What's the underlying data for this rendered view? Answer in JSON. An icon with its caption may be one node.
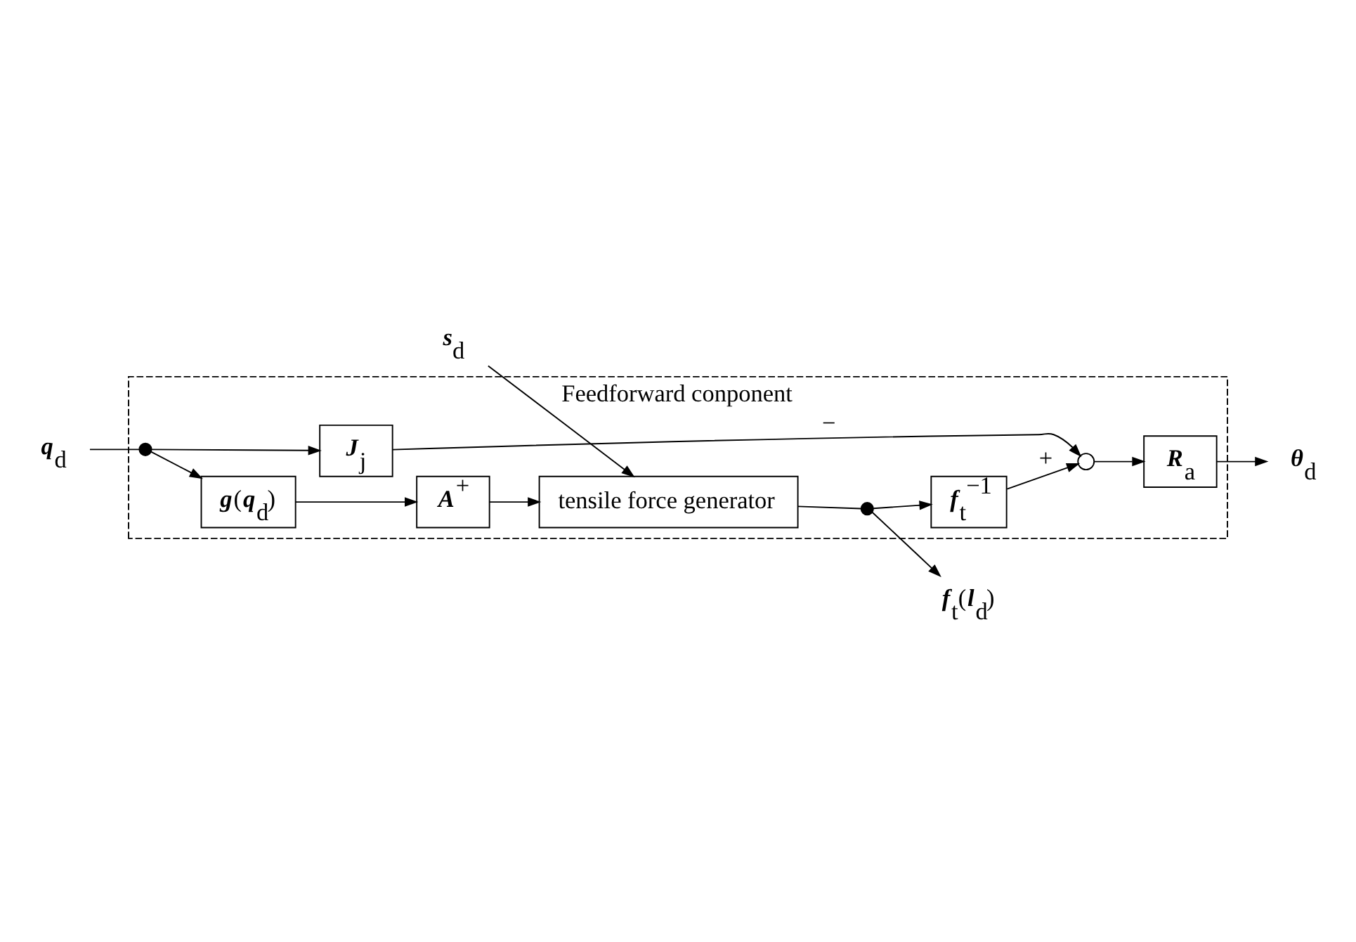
{
  "diagram": {
    "nodes": [
      {
        "text": [
          "Feedforward conponent"
        ]
      },
      {
        "text": [
          "**q**$_{d}$"
        ]
      },
      {
        "text": [
          "**s**$_{d}$"
        ]
      },
      {
        "text": [],
        "shape": "circle",
        "in": 0
      },
      {
        "text": [
          "**g**(**q**$_{d}$)"
        ],
        "in": 0
      },
      {
        "text": [
          "**A**$^{+}$"
        ],
        "in": 0
      },
      {
        "text": [
          "tensile force generator"
        ],
        "in": 0
      },
      {
        "text": [],
        "shape": "circle",
        "in": 0
      },
      {
        "text": [
          "**f**$_{t}$(**l**$_{d}$)"
        ]
      },
      {
        "text": [
          "**J**$_{j}$"
        ],
        "in": 0
      },
      {
        "text": [],
        "shape": "circle",
        "in": 0
      },
      {
        "text": [
          "**f**$_{t}$$^{−1}$"
        ],
        "in": 0
      },
      {
        "text": [
          "**R**$_{a}$"
        ],
        "in": 0
      },
      {
        "text": [
          "**θ**$_{d}$"
        ]
      }
    ],
    "edges": [
      {
        "from": 1,
        "to": 3,
        "arrow": "none"
      },
      {
        "from": 3,
        "to": 4,
        "arrow": "to"
      },
      {
        "from": 4,
        "to": 5,
        "arrow": "to"
      },
      {
        "from": 5,
        "to": 6,
        "arrow": "to"
      },
      {
        "from": 2,
        "to": 6,
        "arrow": "to"
      },
      {
        "from": 3,
        "to": 9,
        "arrow": "to"
      },
      {
        "from": 6,
        "to": 7,
        "arrow": "none"
      },
      {
        "from": 7,
        "to": 8,
        "arrow": "to"
      },
      {
        "from": 7,
        "to": 11,
        "arrow": "to"
      },
      {
        "from": 11,
        "to": 10,
        "arrow": "to",
        "label": "+"
      },
      {
        "from": 9,
        "to": 10,
        "arrow": "to",
        "label": "−"
      },
      {
        "from": 10,
        "to": 12,
        "arrow": "to"
      },
      {
        "from": 12,
        "to": 13,
        "arrow": "to"
      }
    ]
  }
}
